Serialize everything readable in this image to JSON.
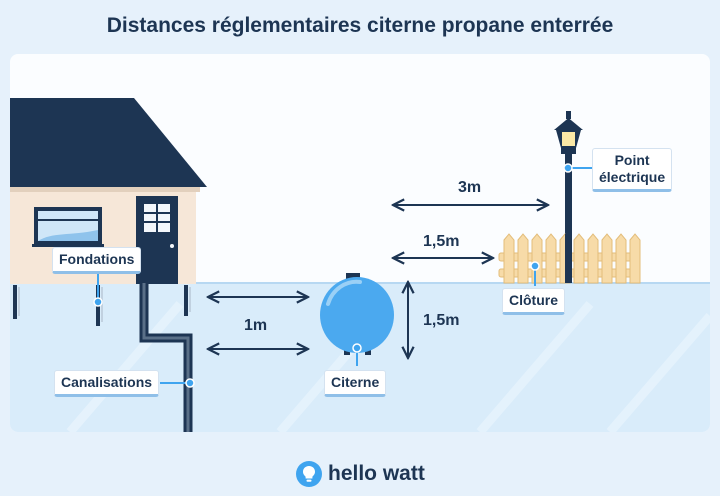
{
  "title": "Distances réglementaires citerne propane enterrée",
  "labels": {
    "fondations": "Fondations",
    "canalisations": "Canalisations",
    "citerne": "Citerne",
    "cloture": "Clôture",
    "point_electrique_line1": "Point",
    "point_electrique_line2": "électrique"
  },
  "distances": {
    "foundations_to_tank": "1m",
    "tank_depth": "1,5m",
    "tank_to_fence": "1,5m",
    "tank_to_electric_point": "3m"
  },
  "brand": {
    "name": "hello watt",
    "icon": "lightbulb-icon"
  },
  "colors": {
    "ground": "#d9ecfa",
    "tank": "#4ba9ef",
    "house_roof": "#1d3553",
    "house_wall": "#f6e7d8",
    "fence": "#f7dba8",
    "accent": "#3fa4ef"
  }
}
